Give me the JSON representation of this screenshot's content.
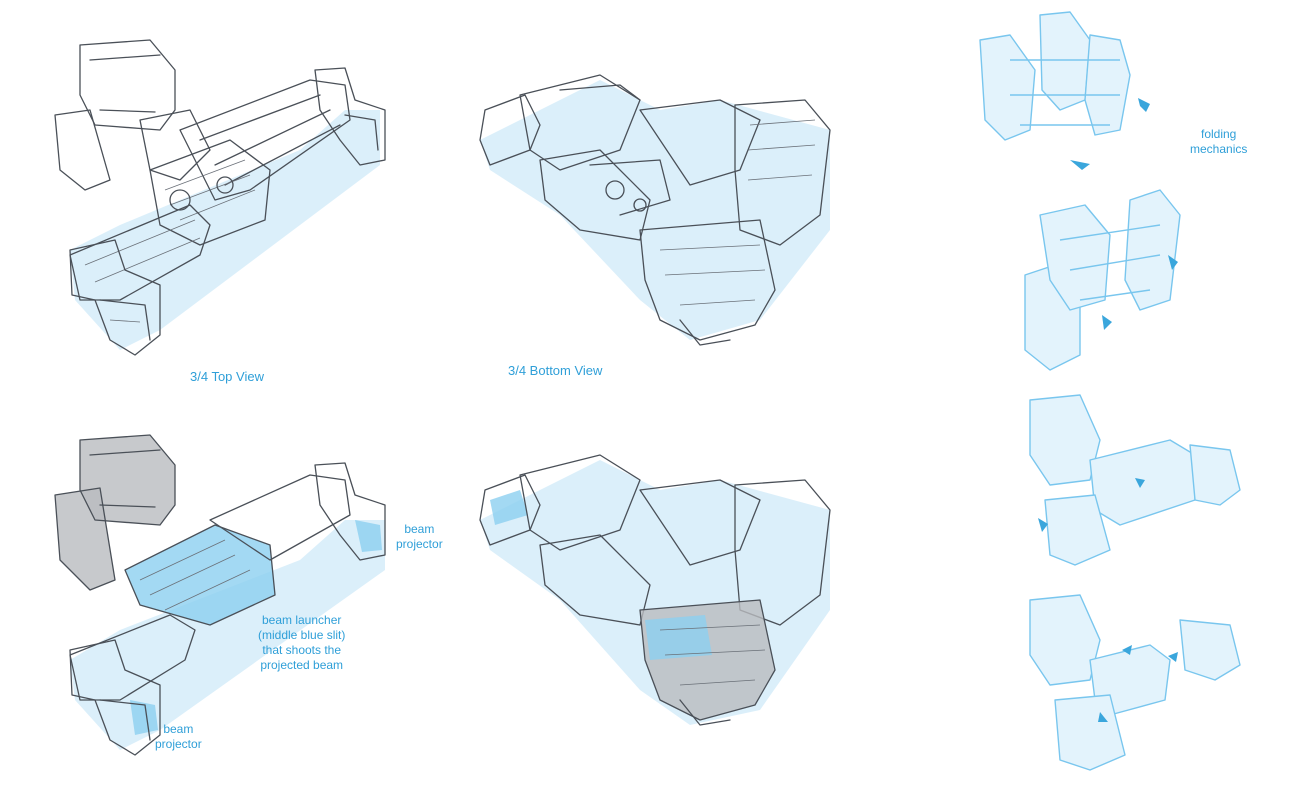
{
  "labels": {
    "top_view": "3/4 Top View",
    "bottom_view": "3/4 Bottom View",
    "folding": "folding\nmechanics",
    "beam_projector_right": "beam\nprojector",
    "beam_launcher": "beam launcher\n(middle blue slit)\nthat shoots the\nprojected beam",
    "beam_projector_bottom": "beam\nprojector"
  },
  "colors": {
    "annotation": "#2f9fd8",
    "ink": "#4a5058",
    "wash": "#cfe9f8",
    "highlight": "#8ccff0",
    "shadow": "#b9bcbf"
  }
}
